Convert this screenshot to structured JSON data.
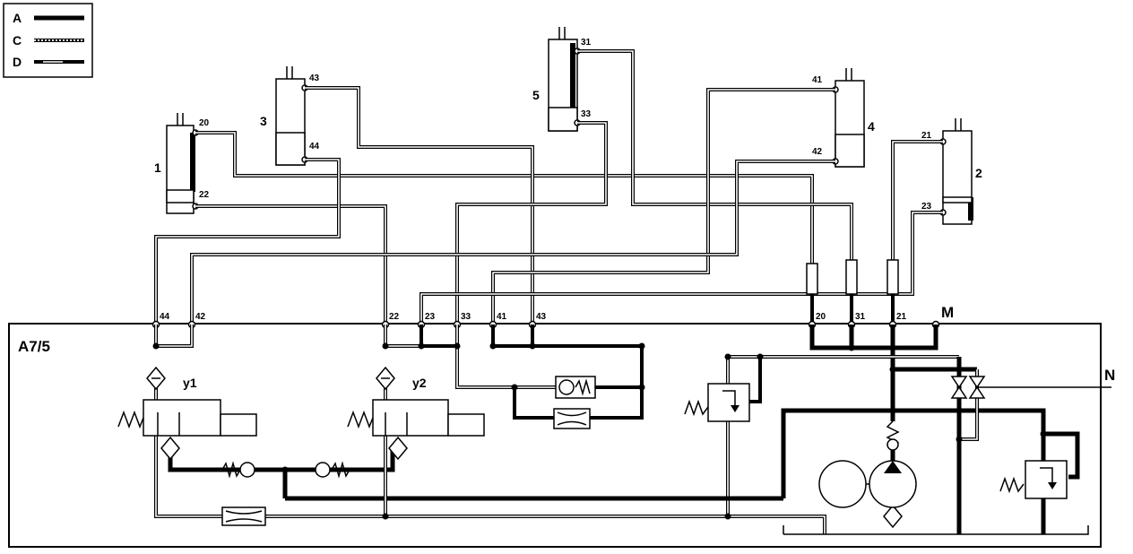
{
  "legend": {
    "items": [
      {
        "key": "A",
        "style": "solid-thick"
      },
      {
        "key": "C",
        "style": "dotted"
      },
      {
        "key": "D",
        "style": "hollow"
      }
    ]
  },
  "unit_label": "A7/5",
  "point_labels": {
    "m": "M",
    "n": "N"
  },
  "cylinders": [
    {
      "id": "1",
      "ports": [
        "20",
        "22"
      ]
    },
    {
      "id": "2",
      "ports": [
        "21",
        "23"
      ]
    },
    {
      "id": "3",
      "ports": [
        "43",
        "44"
      ]
    },
    {
      "id": "4",
      "ports": [
        "41",
        "42"
      ]
    },
    {
      "id": "5",
      "ports": [
        "31",
        "33"
      ]
    }
  ],
  "block_ports": [
    "44",
    "42",
    "22",
    "23",
    "33",
    "41",
    "43",
    "20",
    "31",
    "21"
  ],
  "valves": [
    {
      "id": "y1"
    },
    {
      "id": "y2"
    }
  ],
  "colors": {
    "ink": "#000000",
    "paper": "#ffffff"
  }
}
